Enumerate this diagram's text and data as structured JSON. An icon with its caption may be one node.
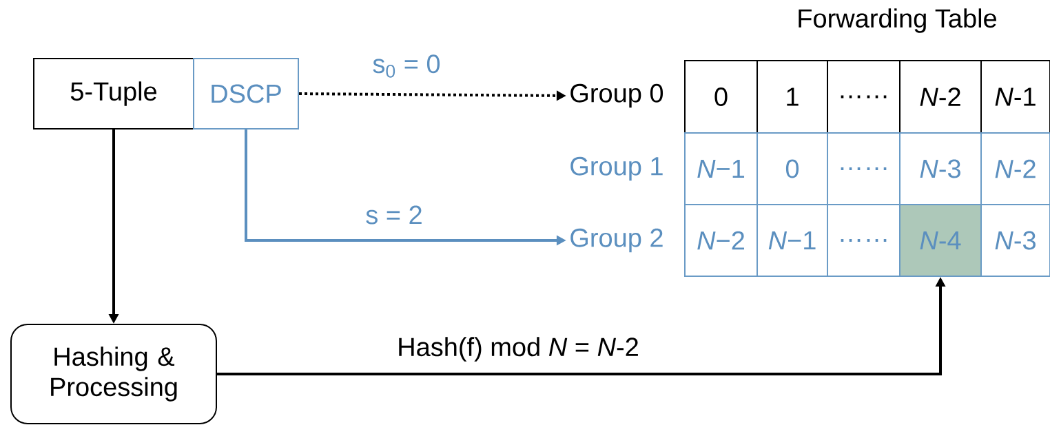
{
  "diagram": {
    "nodes": [
      {
        "text": [
          "5-Tuple"
        ]
      },
      {
        "text": [
          "DSCP"
        ]
      },
      {
        "text": [
          "Group 0"
        ]
      },
      {
        "text": [
          "0"
        ]
      },
      {
        "text": [
          "1"
        ]
      },
      {
        "text": [
          "……"
        ]
      },
      {
        "text": [
          "*N*-2"
        ]
      },
      {
        "text": [
          "*N*-1"
        ]
      },
      {
        "text": [
          "Group 1"
        ]
      },
      {
        "text": [
          "*N*−1"
        ]
      },
      {
        "text": [
          "0"
        ]
      },
      {
        "text": [
          "……"
        ]
      },
      {
        "text": [
          "*N*-3"
        ]
      },
      {
        "text": [
          "*N*-2"
        ]
      },
      {
        "text": [
          "Group 2"
        ]
      },
      {
        "text": [
          "*N*−2"
        ]
      },
      {
        "text": [
          "*N*−1"
        ]
      },
      {
        "text": [
          "……"
        ]
      },
      {
        "text": [
          "*N*-4"
        ]
      },
      {
        "text": [
          "*N*-3"
        ]
      },
      {
        "text": [
          "Hashing & Processing"
        ]
      }
    ],
    "edges": [
      {
        "from": 1,
        "to": 2,
        "arrow": "to",
        "style": "dashed",
        "label": "s$_{0}$ = 0"
      },
      {
        "from": 1,
        "to": 14,
        "arrow": "to",
        "color": "#5b8fbf",
        "label": "s = 2"
      },
      {
        "from": 0,
        "to": 20,
        "arrow": "to"
      },
      {
        "from": 20,
        "to": 18,
        "arrow": "to",
        "label": "Hash(f) mod *N* = *N*-2"
      }
    ],
    "labels": [
      "Forwarding Table"
    ]
  }
}
